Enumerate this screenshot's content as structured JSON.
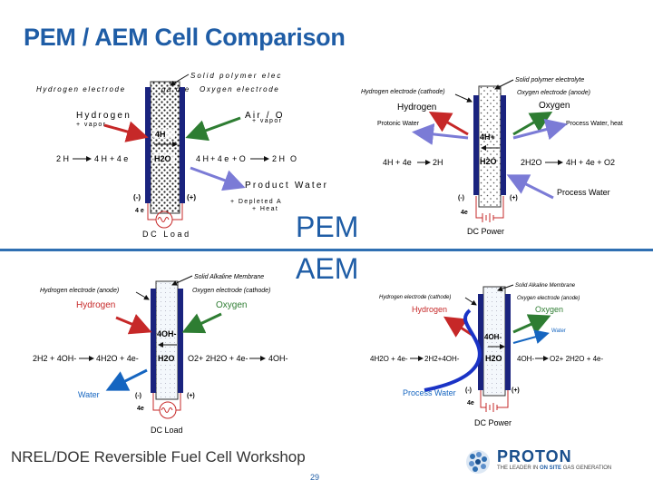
{
  "title": "PEM / AEM Cell Comparison",
  "labels": {
    "pem": "PEM",
    "aem": "AEM"
  },
  "footer": {
    "workshop": "NREL/DOE Reversible Fuel Cell Workshop",
    "page": "29"
  },
  "logo": {
    "word": "PROTON",
    "tagline_a": "THE LEADER IN ",
    "tagline_b": "ON SITE",
    "tagline_c": " GAS GENERATION"
  },
  "pem_fuel_cell": {
    "membrane_label": "Solid polymer elec",
    "left_electrode": "Hydrogen electrode",
    "right_electrode": "Oxygen electrode",
    "overlap_text": "ga d e",
    "hydrogen": "Hydrogen",
    "plus_vapor_left": "+ vapor",
    "air_o2": "Air / O",
    "plus_vapor_right": "+ vapor",
    "ion": "4H",
    "water": "H2O",
    "eq_left_a": "2 H",
    "eq_left_b": "4 H",
    "eq_left_c": "+ 4 e",
    "eq_right_a": "4 H",
    "eq_right_b": "+ 4 e",
    "eq_right_c": "+ O",
    "eq_right_d": "2 H",
    "eq_right_e": "O",
    "product_water": "Product Water",
    "depleted": "+ Depleted A",
    "heat": "+ Heat",
    "minus": "(-)",
    "plus": "(+)",
    "electrons": "4 e",
    "load": "DC Load"
  },
  "pem_electrolyzer": {
    "membrane_label": "Solid polymer electrolyte",
    "left_electrode": "Hydrogen electrode (cathode)",
    "right_electrode": "Oxygen electrode (anode)",
    "hydrogen": "Hydrogen",
    "oxygen": "Oxygen",
    "protonic_water": "Protonic Water",
    "process_water_heat": "Process Water, heat",
    "ion": "4H+",
    "water": "H2O",
    "eq_left": "4H + 4e",
    "eq_left_prod": "2H",
    "eq_right": "2H2O",
    "eq_right_prod": "4H + 4e + O2",
    "process_water": "Process Water",
    "minus": "(-)",
    "plus": "(+)",
    "electrons": "4e",
    "power": "DC Power"
  },
  "aem_fuel_cell": {
    "membrane_label": "Solid Alkaline Membrane",
    "left_electrode": "Hydrogen electrode (anode)",
    "right_electrode": "Oxygen electrode (cathode)",
    "hydrogen": "Hydrogen",
    "oxygen": "Oxygen",
    "ion": "4OH-",
    "water": "H2O",
    "eq_left": "2H2 + 4OH-",
    "eq_left_prod": "4H2O + 4e-",
    "eq_right": "O2+ 2H2O + 4e-",
    "eq_right_prod": "4OH-",
    "water_out": "Water",
    "minus": "(-)",
    "plus": "(+)",
    "electrons": "4e",
    "load": "DC Load"
  },
  "aem_electrolyzer": {
    "membrane_label": "Solid Alkaline Membrane",
    "left_electrode": "Hydrogen electrode (cathode)",
    "right_electrode": "Oxygen electrode (anode)",
    "hydrogen": "Hydrogen",
    "oxygen": "Oxygen",
    "water_small": "Water",
    "ion": "4OH-",
    "water": "H2O",
    "eq_left": "4H2O + 4e-",
    "eq_left_prod": "2H2+4OH-",
    "eq_right": "4OH-",
    "eq_right_prod": "O2+ 2H2O + 4e-",
    "process_water": "Process Water",
    "minus": "(-)",
    "plus": "(+)",
    "electrons": "4e",
    "power": "DC Power"
  },
  "colors": {
    "title": "#1f5da6",
    "membrane": "#1a237e",
    "hydrogen_arrow": "#c62828",
    "oxygen_arrow": "#2e7d32",
    "water_arrow": "#1565c0",
    "process_water_arrow": "#7b7bd6",
    "load": "#c62828"
  }
}
